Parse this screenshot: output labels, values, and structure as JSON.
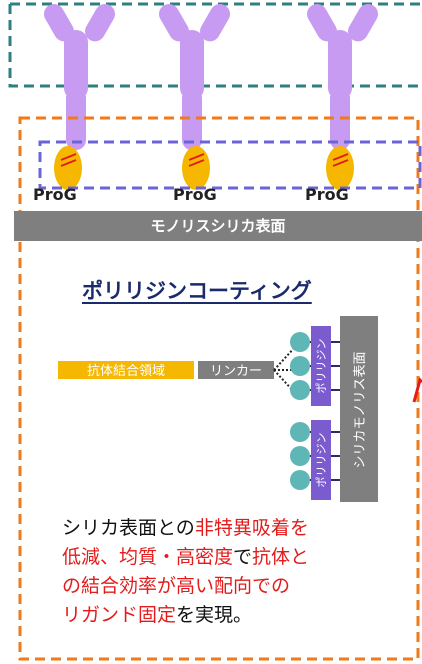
{
  "prog_labels": [
    "ProG",
    "ProG",
    "ProG"
  ],
  "surface_label": "モノリスシリカ表面",
  "coating_title": "ポリリジンコーティング",
  "schematic": {
    "binding_domain": "抗体結合領域",
    "linker": "リンカー",
    "polylysine_1": "ポリリジン",
    "polylysine_2": "ポリリジン",
    "silica_label": "シリカモノリス表面"
  },
  "description": {
    "line1": [
      {
        "text": "シリカ表面との",
        "highlight": false
      },
      {
        "text": "非特異吸着を",
        "highlight": true
      }
    ],
    "line2": [
      {
        "text": "低減、均質・高密度",
        "highlight": true
      },
      {
        "text": "で",
        "highlight": false
      },
      {
        "text": "抗体と",
        "highlight": true
      }
    ],
    "line3": [
      {
        "text": "の結合効率が高い配向での",
        "highlight": true
      }
    ],
    "line4": [
      {
        "text": "リガンド固定",
        "highlight": true
      },
      {
        "text": "を実現。",
        "highlight": false
      }
    ]
  },
  "colors": {
    "antibody": "#c79bf2",
    "prog": "#f5b700",
    "teal_box": "#2f7f7f",
    "orange_box": "#f07a1a",
    "purple_box": "#6b63d6",
    "surface": "#7f7f7f",
    "polylysine": "#7b5ccf",
    "bead": "#5fb6b6",
    "highlight": "#e41b1b"
  }
}
